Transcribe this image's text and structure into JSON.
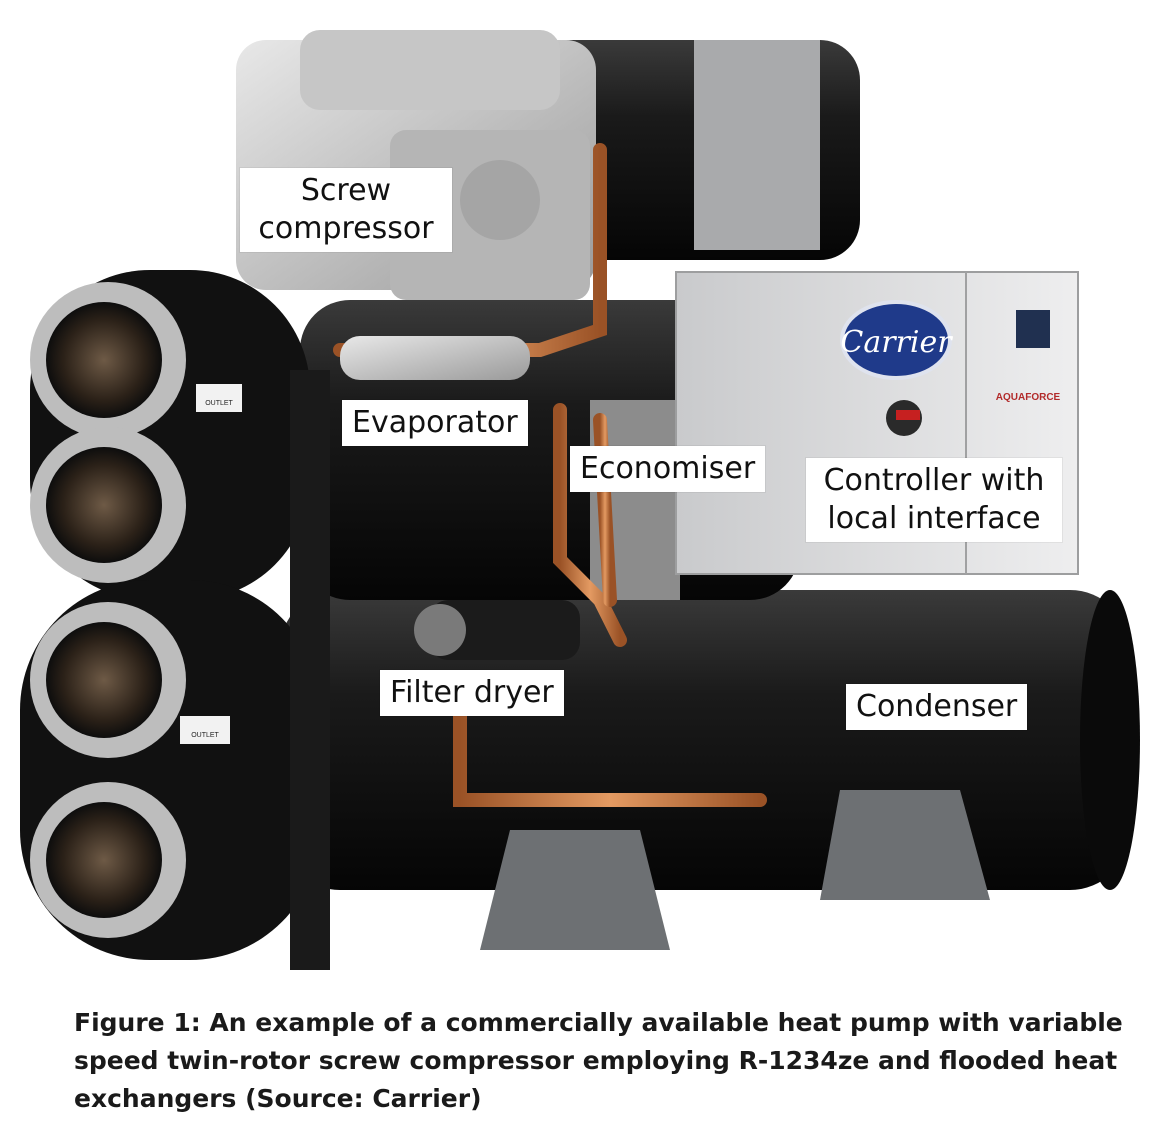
{
  "labels": {
    "screw_compressor_line1": "Screw",
    "screw_compressor_line2": "compressor",
    "evaporator": "Evaporator",
    "economiser": "Economiser",
    "controller_line1": "Controller with",
    "controller_line2": "local interface",
    "filter_dryer": "Filter dryer",
    "condenser": "Condenser"
  },
  "brand": {
    "logo_text": "Carrier",
    "badge_text": "AQUAFORCE",
    "outlet_tag": "OUTLET"
  },
  "caption": "Figure 1: An example of a commercially available heat pump with variable speed twin-rotor screw compressor employing R-1234ze and flooded heat exchangers (Source: Carrier)",
  "colors": {
    "machine_black": "#141414",
    "cabinet_grey": "#d9dadc",
    "copper": "#c8763f",
    "frame_grey": "#6d7073",
    "logo_blue": "#1f3a8a"
  }
}
